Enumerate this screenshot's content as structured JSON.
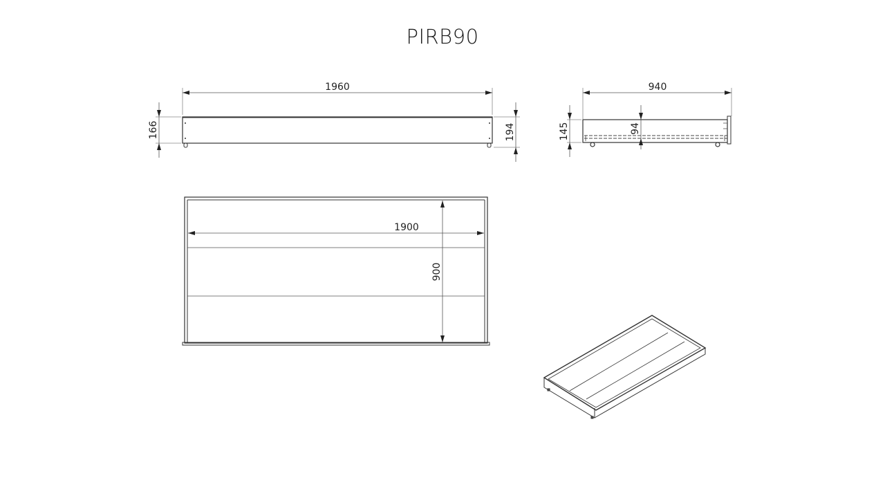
{
  "title": "PIRB90",
  "views": {
    "front": {
      "width_label": "1960",
      "left_height_label": "166",
      "right_height_label": "194"
    },
    "side": {
      "width_label": "940",
      "height_label": "145",
      "inner_height_label": "94"
    },
    "top": {
      "length_label": "1900",
      "depth_label": "900"
    },
    "isometric": {
      "label": ""
    }
  },
  "colors": {
    "line": "#333333",
    "dim_line": "#555555",
    "background": "#ffffff"
  }
}
